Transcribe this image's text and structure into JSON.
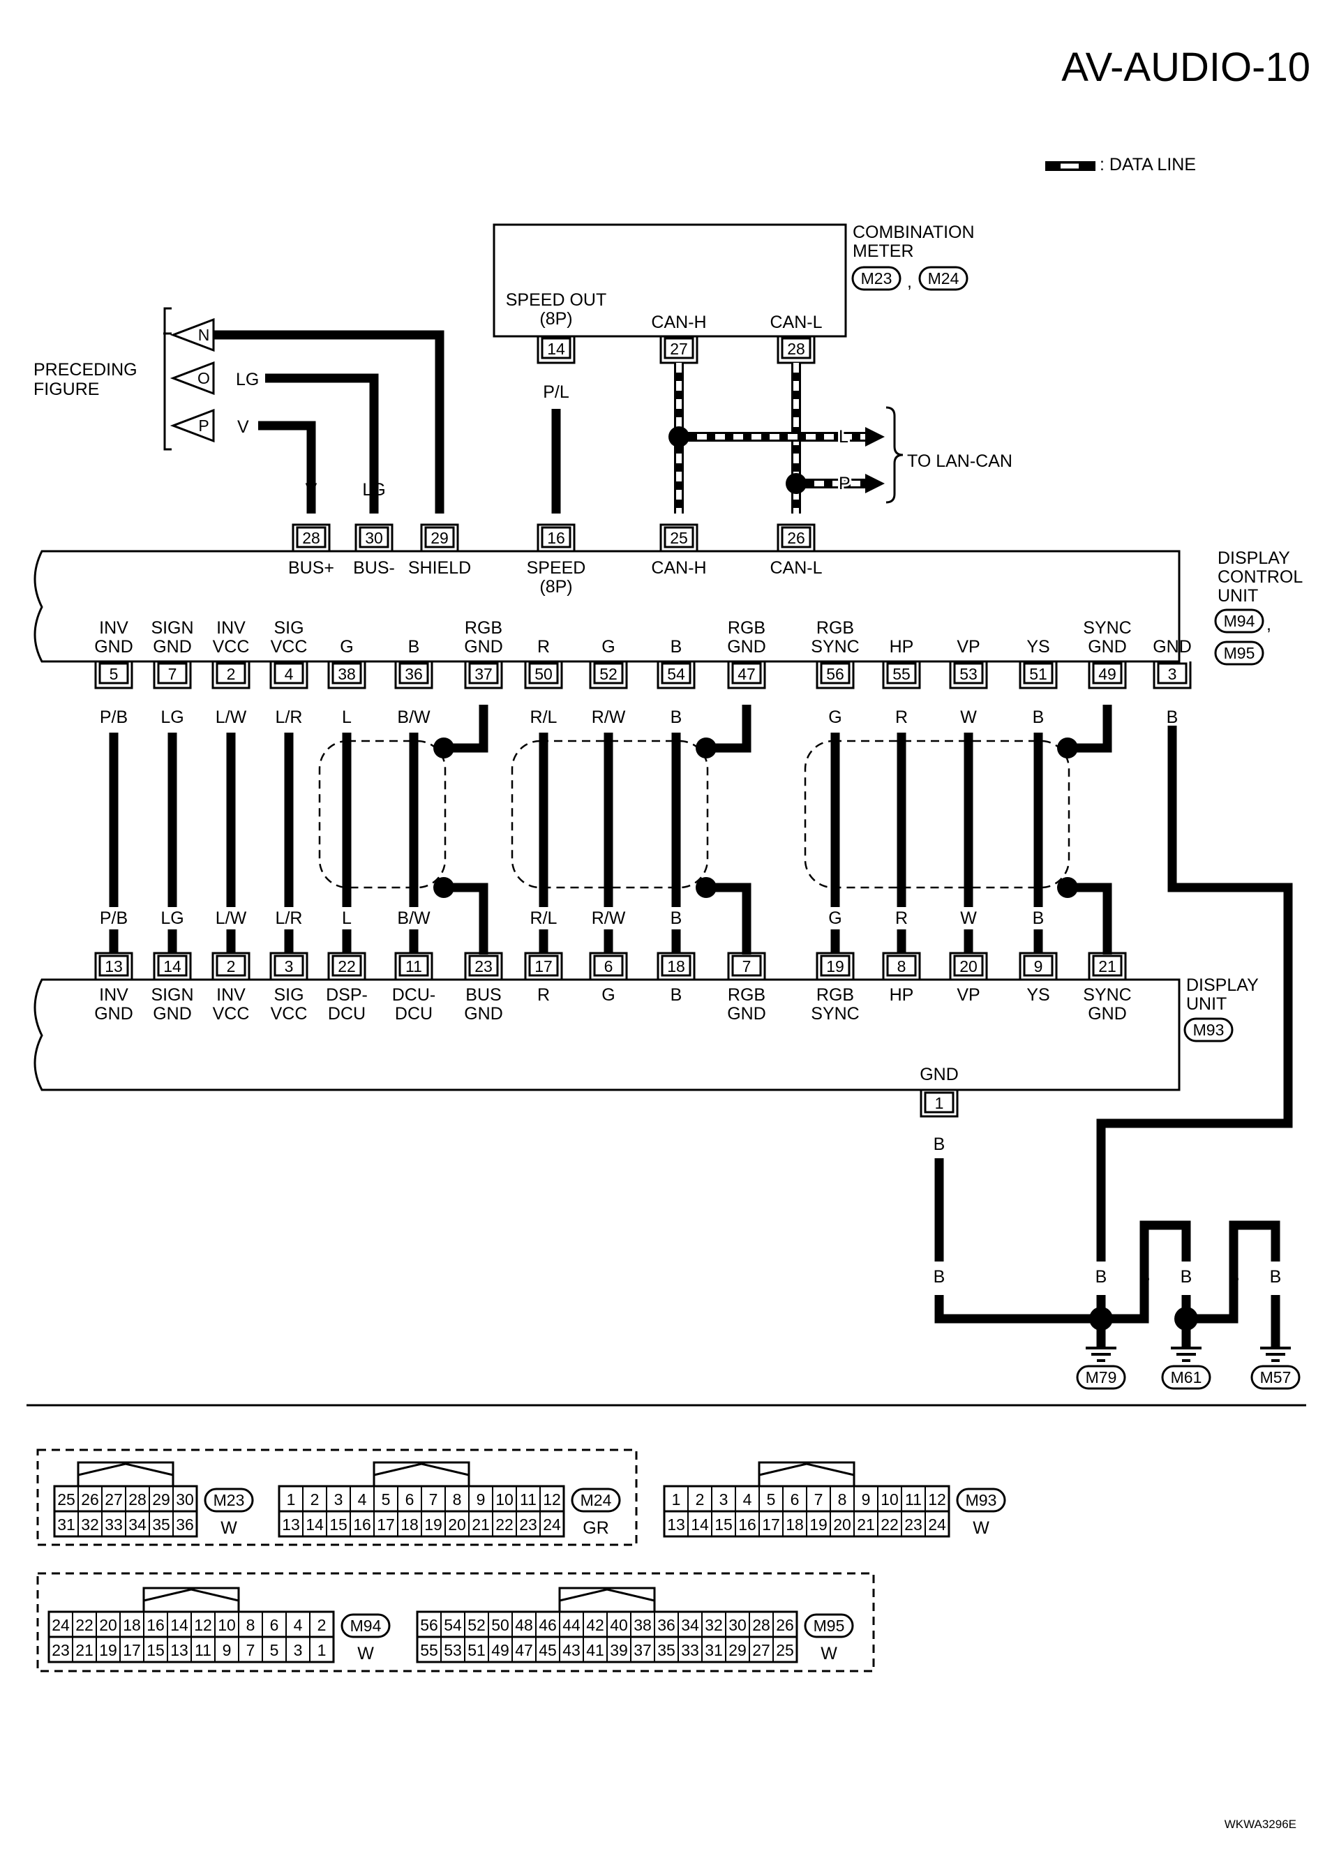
{
  "page_code": "AV-AUDIO-10",
  "figure_code": "WKWA3296E",
  "legend": {
    "data_line": ": DATA LINE"
  },
  "combination_meter": {
    "title_lines": [
      "COMBINATION",
      "METER"
    ],
    "connectors": [
      "M23",
      "M24"
    ],
    "sep": ",",
    "terminals": [
      {
        "name": "SPEED OUT",
        "sub": "(8P)",
        "pin": "14",
        "wire": "P/L"
      },
      {
        "name": "CAN-H",
        "pin": "27",
        "wire": "L"
      },
      {
        "name": "CAN-L",
        "pin": "28",
        "wire": "P"
      }
    ]
  },
  "preceding_figure": {
    "label_lines": [
      "PRECEDING",
      "FIGURE"
    ],
    "arrows": [
      {
        "letter": "N",
        "wire": ""
      },
      {
        "letter": "O",
        "wire": "LG"
      },
      {
        "letter": "P",
        "wire": "V"
      }
    ]
  },
  "to_lan_can": {
    "label": "TO LAN-CAN",
    "wires": [
      "L",
      "P"
    ]
  },
  "display_control_unit": {
    "title_lines": [
      "DISPLAY",
      "CONTROL",
      "UNIT"
    ],
    "connectors": [
      "M94",
      "M95"
    ],
    "sep": ",",
    "top_terminals": [
      {
        "pin": "28",
        "name": "BUS+",
        "wire": "V"
      },
      {
        "pin": "30",
        "name": "BUS-",
        "wire": "LG"
      },
      {
        "pin": "29",
        "name": "SHIELD",
        "wire": ""
      },
      {
        "pin": "16",
        "name": "SPEED",
        "sub": "(8P)",
        "wire": ""
      },
      {
        "pin": "25",
        "name": "CAN-H",
        "wire": ""
      },
      {
        "pin": "26",
        "name": "CAN-L",
        "wire": ""
      }
    ],
    "bottom_terminals": [
      {
        "l1": "INV",
        "l2": "GND",
        "pin": "5",
        "wire": "P/B"
      },
      {
        "l1": "SIGN",
        "l2": "GND",
        "pin": "7",
        "wire": "LG"
      },
      {
        "l1": "INV",
        "l2": "VCC",
        "pin": "2",
        "wire": "L/W"
      },
      {
        "l1": "SIG",
        "l2": "VCC",
        "pin": "4",
        "wire": "L/R"
      },
      {
        "l1": "",
        "l2": "G",
        "pin": "38",
        "wire": "L"
      },
      {
        "l1": "",
        "l2": "B",
        "pin": "36",
        "wire": "B/W"
      },
      {
        "l1": "RGB",
        "l2": "GND",
        "pin": "37",
        "wire": ""
      },
      {
        "l1": "",
        "l2": "R",
        "pin": "50",
        "wire": "R/L"
      },
      {
        "l1": "",
        "l2": "G",
        "pin": "52",
        "wire": "R/W"
      },
      {
        "l1": "",
        "l2": "B",
        "pin": "54",
        "wire": "B"
      },
      {
        "l1": "RGB",
        "l2": "GND",
        "pin": "47",
        "wire": ""
      },
      {
        "l1": "RGB",
        "l2": "SYNC",
        "pin": "56",
        "wire": "G"
      },
      {
        "l1": "",
        "l2": "HP",
        "pin": "55",
        "wire": "R"
      },
      {
        "l1": "",
        "l2": "VP",
        "pin": "53",
        "wire": "W"
      },
      {
        "l1": "",
        "l2": "YS",
        "pin": "51",
        "wire": "B"
      },
      {
        "l1": "SYNC",
        "l2": "GND",
        "pin": "49",
        "wire": ""
      },
      {
        "l1": "",
        "l2": "GND",
        "pin": "3",
        "wire": "B"
      }
    ]
  },
  "display_unit": {
    "title_lines": [
      "DISPLAY",
      "UNIT"
    ],
    "connector": "M93",
    "top_terminals": [
      {
        "pin": "13",
        "l1": "INV",
        "l2": "GND",
        "wire": "P/B"
      },
      {
        "pin": "14",
        "l1": "SIGN",
        "l2": "GND",
        "wire": "LG"
      },
      {
        "pin": "2",
        "l1": "INV",
        "l2": "VCC",
        "wire": "L/W"
      },
      {
        "pin": "3",
        "l1": "SIG",
        "l2": "VCC",
        "wire": "L/R"
      },
      {
        "pin": "22",
        "l1": "DSP-",
        "l2": "DCU",
        "wire": "L"
      },
      {
        "pin": "11",
        "l1": "DCU-",
        "l2": "DCU",
        "wire": "B/W"
      },
      {
        "pin": "23",
        "l1": "BUS",
        "l2": "GND",
        "wire": ""
      },
      {
        "pin": "17",
        "l1": "R",
        "l2": "",
        "wire": "R/L"
      },
      {
        "pin": "6",
        "l1": "G",
        "l2": "",
        "wire": "R/W"
      },
      {
        "pin": "18",
        "l1": "B",
        "l2": "",
        "wire": "B"
      },
      {
        "pin": "7",
        "l1": "RGB",
        "l2": "GND",
        "wire": ""
      },
      {
        "pin": "19",
        "l1": "RGB",
        "l2": "SYNC",
        "wire": "G"
      },
      {
        "pin": "8",
        "l1": "HP",
        "l2": "",
        "wire": "R"
      },
      {
        "pin": "20",
        "l1": "VP",
        "l2": "",
        "wire": "W"
      },
      {
        "pin": "9",
        "l1": "YS",
        "l2": "",
        "wire": "B"
      },
      {
        "pin": "21",
        "l1": "SYNC",
        "l2": "GND",
        "wire": ""
      }
    ],
    "gnd_terminal": {
      "name": "GND",
      "pin": "1",
      "wire": "B"
    }
  },
  "grounds": {
    "wires": [
      "B",
      "B",
      "B",
      "B",
      "B",
      "B"
    ],
    "wire_b_left": "B",
    "points": [
      "M79",
      "M61",
      "M57"
    ]
  },
  "connector_views": [
    {
      "id": "M23",
      "color": "W",
      "top": [
        "25",
        "26",
        "27",
        "28",
        "29",
        "30"
      ],
      "bottom": [
        "31",
        "32",
        "33",
        "34",
        "35",
        "36"
      ]
    },
    {
      "id": "M24",
      "color": "GR",
      "top": [
        "1",
        "2",
        "3",
        "4",
        "5",
        "6",
        "7",
        "8",
        "9",
        "10",
        "11",
        "12"
      ],
      "bottom": [
        "13",
        "14",
        "15",
        "16",
        "17",
        "18",
        "19",
        "20",
        "21",
        "22",
        "23",
        "24"
      ]
    },
    {
      "id": "M93",
      "color": "W",
      "top": [
        "1",
        "2",
        "3",
        "4",
        "5",
        "6",
        "7",
        "8",
        "9",
        "10",
        "11",
        "12"
      ],
      "bottom": [
        "13",
        "14",
        "15",
        "16",
        "17",
        "18",
        "19",
        "20",
        "21",
        "22",
        "23",
        "24"
      ]
    },
    {
      "id": "M94",
      "color": "W",
      "top": [
        "24",
        "22",
        "20",
        "18",
        "16",
        "14",
        "12",
        "10",
        "8",
        "6",
        "4",
        "2"
      ],
      "bottom": [
        "23",
        "21",
        "19",
        "17",
        "15",
        "13",
        "11",
        "9",
        "7",
        "5",
        "3",
        "1"
      ]
    },
    {
      "id": "M95",
      "color": "W",
      "top": [
        "56",
        "54",
        "52",
        "50",
        "48",
        "46",
        "44",
        "42",
        "40",
        "38",
        "36",
        "34",
        "32",
        "30",
        "28",
        "26"
      ],
      "bottom": [
        "55",
        "53",
        "51",
        "49",
        "47",
        "45",
        "43",
        "41",
        "39",
        "37",
        "35",
        "33",
        "31",
        "29",
        "27",
        "25"
      ]
    }
  ]
}
